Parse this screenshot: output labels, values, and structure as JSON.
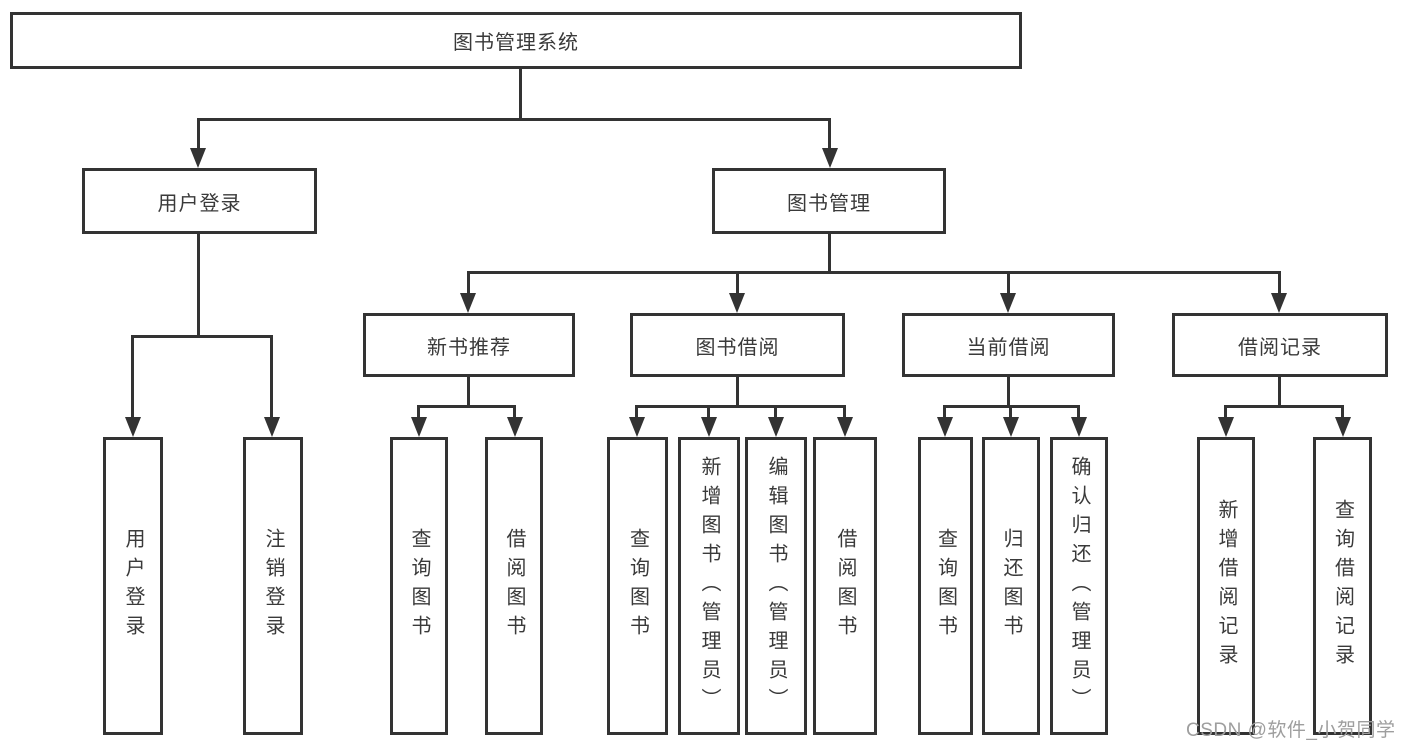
{
  "diagram": {
    "root": {
      "label": "图书管理系统"
    },
    "level2": {
      "user_login": {
        "label": "用户登录"
      },
      "book_management": {
        "label": "图书管理"
      }
    },
    "login_children": [
      {
        "label": "用户登录"
      },
      {
        "label": "注销登录"
      }
    ],
    "modules": [
      {
        "label": "新书推荐",
        "children": [
          {
            "label": "查询图书"
          },
          {
            "label": "借阅图书"
          }
        ]
      },
      {
        "label": "图书借阅",
        "children": [
          {
            "label": "查询图书"
          },
          {
            "label": "新增图书（管理员）"
          },
          {
            "label": "编辑图书（管理员）"
          },
          {
            "label": "借阅图书"
          }
        ]
      },
      {
        "label": "当前借阅",
        "children": [
          {
            "label": "查询图书"
          },
          {
            "label": "归还图书"
          },
          {
            "label": "确认归还（管理员）"
          }
        ]
      },
      {
        "label": "借阅记录",
        "children": [
          {
            "label": "新增借阅记录"
          },
          {
            "label": "查询借阅记录"
          }
        ]
      }
    ],
    "watermark": "CSDN @软件_小贺同学",
    "colors": {
      "line": "#333333",
      "text": "#3a3a3a",
      "watermark": "#9e9e9e",
      "background": "#ffffff"
    }
  }
}
